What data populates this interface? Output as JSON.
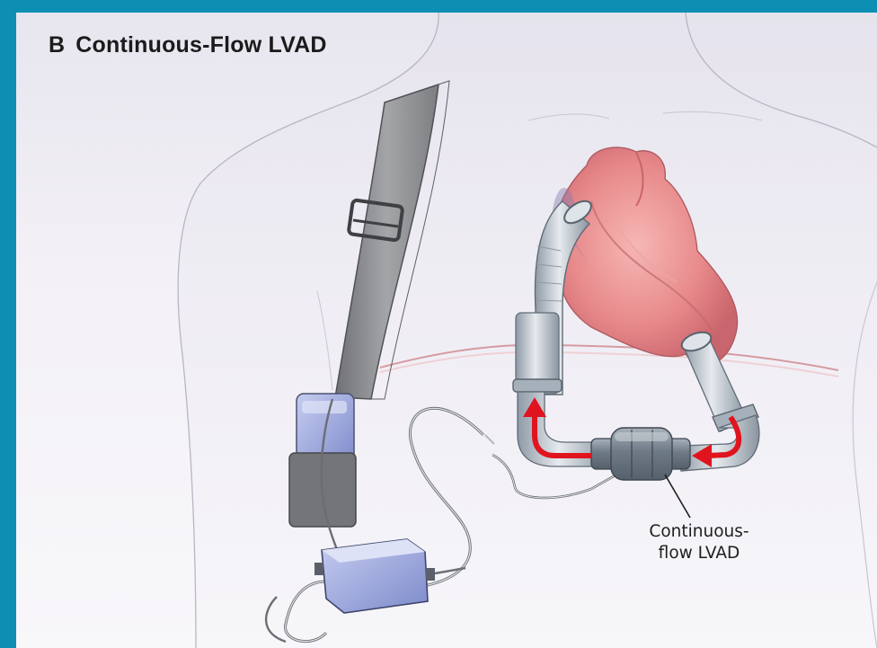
{
  "panel": {
    "letter": "B",
    "title": "Continuous-Flow LVAD"
  },
  "callout": {
    "line1": "Continuous-",
    "line2": "flow LVAD"
  },
  "colors": {
    "frame_border": "#0d8fb3",
    "background": "#eeecf2",
    "heart": "#e8898c",
    "arrow": "#e0141e",
    "strap": "#8a8c8f",
    "controller": "#9aa6d4"
  },
  "icons": {
    "heart": "heart-illustration",
    "pump": "pump-illustration",
    "flow_arrow": "red-flow-arrow"
  }
}
